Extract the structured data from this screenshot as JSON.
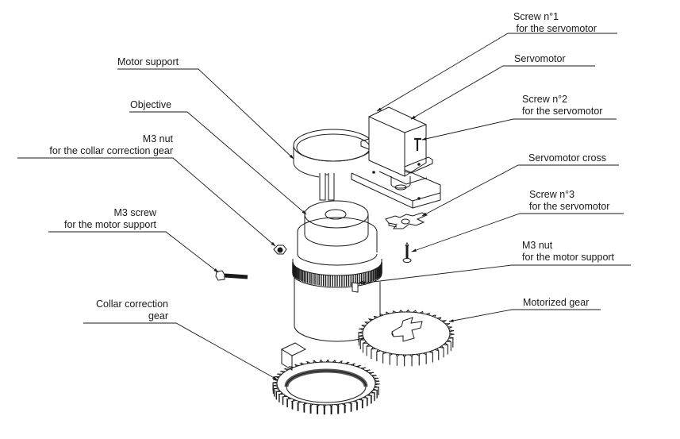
{
  "diagram": {
    "type": "exploded-assembly",
    "colors": {
      "ink": "#1a1a1a",
      "background": "#ffffff"
    },
    "labels": [
      {
        "id": "screw-1",
        "lines": [
          "Screw n°1",
          " for the servomotor"
        ]
      },
      {
        "id": "servomotor",
        "lines": [
          "Servomotor"
        ]
      },
      {
        "id": "motor-support",
        "lines": [
          "Motor support"
        ]
      },
      {
        "id": "screw-2",
        "lines": [
          "Screw n°2",
          "for the servomotor"
        ]
      },
      {
        "id": "objective",
        "lines": [
          "Objective"
        ]
      },
      {
        "id": "m3-nut-collar",
        "lines": [
          "M3 nut",
          "for the collar correction gear"
        ]
      },
      {
        "id": "servomotor-cross",
        "lines": [
          "Servomotor cross"
        ]
      },
      {
        "id": "screw-3",
        "lines": [
          "Screw n°3",
          "for the servomotor"
        ]
      },
      {
        "id": "m3-screw-motor-support",
        "lines": [
          "M3 screw",
          "for the motor support"
        ]
      },
      {
        "id": "m3-nut-motor-support",
        "lines": [
          "M3 nut",
          "for the motor support"
        ]
      },
      {
        "id": "motorized-gear",
        "lines": [
          "Motorized gear"
        ]
      },
      {
        "id": "collar-correction-gear",
        "lines": [
          "Collar correction",
          "gear"
        ]
      }
    ]
  }
}
